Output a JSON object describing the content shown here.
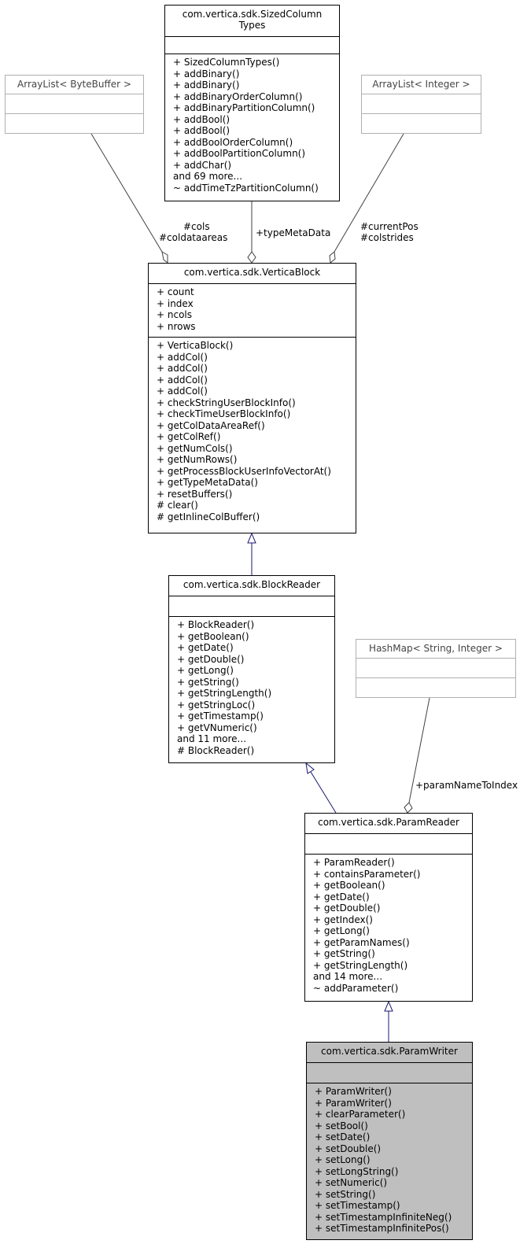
{
  "classes": {
    "sized_column_types": {
      "title": "com.vertica.sdk.SizedColumn\nTypes",
      "attributes": [],
      "operations": [
        "+ SizedColumnTypes()",
        "+ addBinary()",
        "+ addBinary()",
        "+ addBinaryOrderColumn()",
        "+ addBinaryPartitionColumn()",
        "+ addBool()",
        "+ addBool()",
        "+ addBoolOrderColumn()",
        "+ addBoolPartitionColumn()",
        "+ addChar()",
        "and 69 more...",
        "~ addTimeTzPartitionColumn()"
      ]
    },
    "arraylist_bytebuffer": {
      "title": "ArrayList< ByteBuffer >",
      "attributes": [],
      "operations": []
    },
    "arraylist_integer": {
      "title": "ArrayList< Integer >",
      "attributes": [],
      "operations": []
    },
    "vertica_block": {
      "title": "com.vertica.sdk.VerticaBlock",
      "attributes": [
        "+ count",
        "+ index",
        "+ ncols",
        "+ nrows"
      ],
      "operations": [
        "+ VerticaBlock()",
        "+ addCol()",
        "+ addCol()",
        "+ addCol()",
        "+ addCol()",
        "+ checkStringUserBlockInfo()",
        "+ checkTimeUserBlockInfo()",
        "+ getColDataAreaRef()",
        "+ getColRef()",
        "+ getNumCols()",
        "+ getNumRows()",
        "+ getProcessBlockUserInfoVectorAt()",
        "+ getTypeMetaData()",
        "+ resetBuffers()",
        "# clear()",
        "# getInlineColBuffer()"
      ]
    },
    "block_reader": {
      "title": "com.vertica.sdk.BlockReader",
      "attributes": [],
      "operations": [
        "+ BlockReader()",
        "+ getBoolean()",
        "+ getDate()",
        "+ getDouble()",
        "+ getLong()",
        "+ getString()",
        "+ getStringLength()",
        "+ getStringLoc()",
        "+ getTimestamp()",
        "+ getVNumeric()",
        "and 11 more...",
        "# BlockReader()"
      ]
    },
    "hashmap_string_integer": {
      "title": "HashMap< String, Integer >",
      "attributes": [],
      "operations": []
    },
    "param_reader": {
      "title": "com.vertica.sdk.ParamReader",
      "attributes": [],
      "operations": [
        "+ ParamReader()",
        "+ containsParameter()",
        "+ getBoolean()",
        "+ getDate()",
        "+ getDouble()",
        "+ getIndex()",
        "+ getLong()",
        "+ getParamNames()",
        "+ getString()",
        "+ getStringLength()",
        "and 14 more...",
        "~ addParameter()"
      ]
    },
    "param_writer": {
      "title": "com.vertica.sdk.ParamWriter",
      "attributes": [],
      "operations": [
        "+ ParamWriter()",
        "+ ParamWriter()",
        "+ clearParameter()",
        "+ setBool()",
        "+ setDate()",
        "+ setDouble()",
        "+ setLong()",
        "+ setLongString()",
        "+ setNumeric()",
        "+ setString()",
        "+ setTimestamp()",
        "+ setTimestampInfiniteNeg()",
        "+ setTimestampInfinitePos()"
      ]
    }
  },
  "edge_labels": {
    "cols": "#cols",
    "coldataareas": "#coldataareas",
    "type_meta_data": "+typeMetaData",
    "current_pos": "#currentPos",
    "colstrides": "#colstrides",
    "param_name_to_index": "+paramNameToIndex"
  },
  "colors": {
    "association": "#404040",
    "inheritance": "#191970",
    "current_class_fill": "#bfbfbf",
    "external_class_border": "#b0b0b0"
  }
}
